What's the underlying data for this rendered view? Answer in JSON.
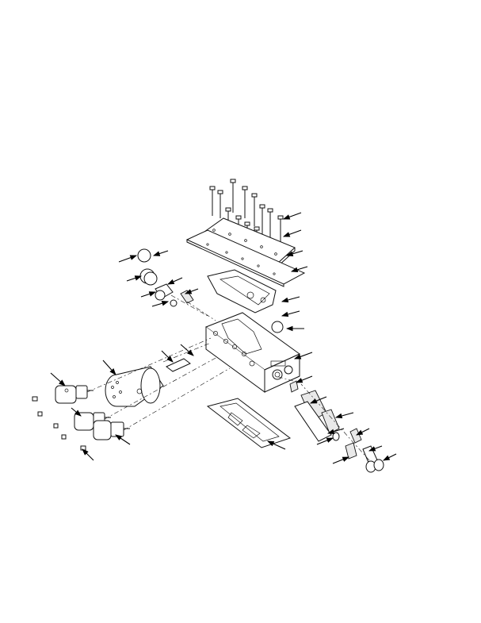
{
  "figure": {
    "kind": "exploded-parts-diagram",
    "background_color": "#ffffff",
    "line_color": "#111111",
    "visible_text": []
  },
  "parts": [
    {
      "id": "bolt-set",
      "count": 14
    },
    {
      "id": "upper-cover-plate"
    },
    {
      "id": "separator-plate"
    },
    {
      "id": "upper-gasket"
    },
    {
      "id": "valve-body"
    },
    {
      "id": "lower-gasket"
    },
    {
      "id": "accumulator-housing"
    },
    {
      "id": "solenoid-valve",
      "count": 3
    },
    {
      "id": "valve-spool-and-springs"
    },
    {
      "id": "plugs-and-seals"
    }
  ],
  "callouts": {
    "count": 30
  }
}
